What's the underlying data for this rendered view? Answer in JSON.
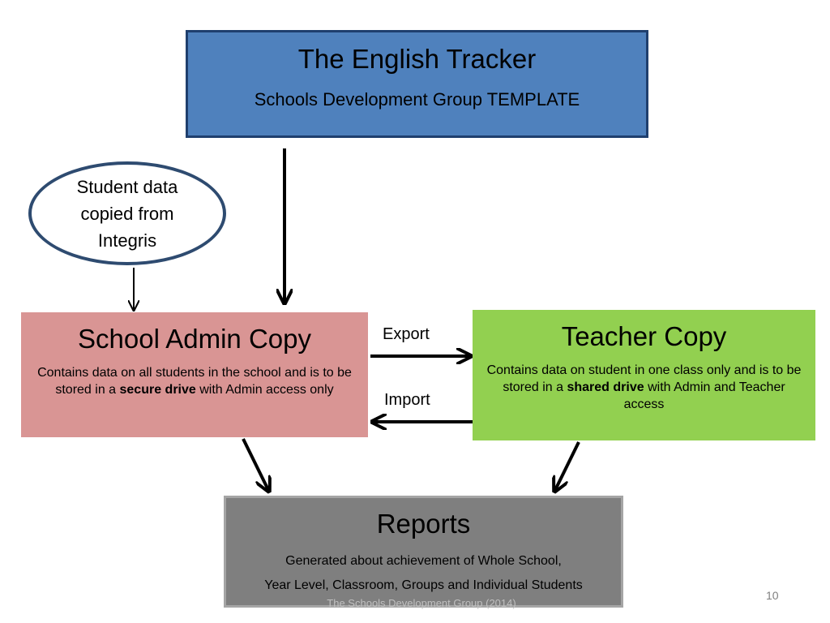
{
  "title_box": {
    "title": "The English Tracker",
    "subtitle": "Schools Development Group TEMPLATE"
  },
  "source_oval": {
    "text": "Student data copied from Integris"
  },
  "admin_copy": {
    "title": "School Admin Copy",
    "body_pre": "Contains data on all students in the school and is to be stored in a ",
    "body_bold": "secure drive",
    "body_post": " with Admin access only"
  },
  "teacher_copy": {
    "title": "Teacher Copy",
    "body_pre": "Contains data on student in one class only and is to be stored in a ",
    "body_bold": "shared drive",
    "body_post": " with Admin and Teacher access"
  },
  "arrows": {
    "export_label": "Export",
    "import_label": "Import"
  },
  "reports": {
    "title": "Reports",
    "line1": "Generated about  achievement of Whole School,",
    "line2": "Year Level, Classroom, Groups and Individual Students"
  },
  "footer": {
    "text": "The Schools Development Group (2014)",
    "page_number": "10"
  },
  "colors": {
    "title_fill": "#4f81bd",
    "admin_fill": "#d99594",
    "teacher_fill": "#92d050",
    "reports_fill": "#7f7f7f"
  }
}
